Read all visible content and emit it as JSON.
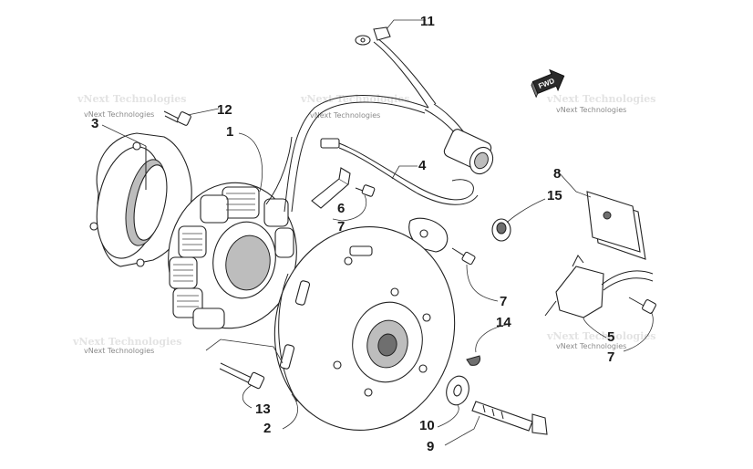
{
  "callouts": [
    {
      "id": "c11",
      "label": "11"
    },
    {
      "id": "c12",
      "label": "12"
    },
    {
      "id": "c3",
      "label": "3"
    },
    {
      "id": "c1",
      "label": "1"
    },
    {
      "id": "c4",
      "label": "4"
    },
    {
      "id": "c6",
      "label": "6"
    },
    {
      "id": "c7a",
      "label": "7"
    },
    {
      "id": "c8",
      "label": "8"
    },
    {
      "id": "c15",
      "label": "15"
    },
    {
      "id": "c7b",
      "label": "7"
    },
    {
      "id": "c14",
      "label": "14"
    },
    {
      "id": "c5",
      "label": "5"
    },
    {
      "id": "c7c",
      "label": "7"
    },
    {
      "id": "c13",
      "label": "13"
    },
    {
      "id": "c2",
      "label": "2"
    },
    {
      "id": "c10",
      "label": "10"
    },
    {
      "id": "c9",
      "label": "9"
    }
  ],
  "watermark": {
    "text": "vNext Technologies"
  },
  "direction_badge": {
    "text": "FWD"
  },
  "colors": {
    "line": "#222222",
    "shade": "#bdbdbd",
    "watermark": "#8a8a8a"
  }
}
